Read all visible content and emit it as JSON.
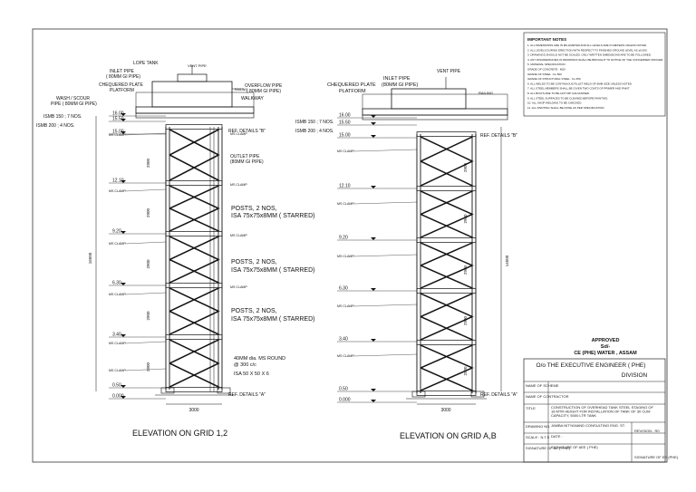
{
  "drawing": {
    "left_view": {
      "title": "ELEVATION ON GRID 1,2",
      "labels": {
        "lope_tank": "LOPE TANK",
        "vent_pipe": "VENT PIPE",
        "inlet_pipe": "INLET PIPE",
        "inlet_pipe_size": "( 80MM GI PIPE)",
        "chequered_plate": "CHEQUERED PLATE",
        "platform": "PLATFORM",
        "wash_scour": "WASH / SCOUR",
        "wash_scour_size": "PIPE ( 80MM GI PIPE)",
        "overflow_pipe": "OVERFLOW PIPE",
        "overflow_pipe_size": "( 80MM GI PIPE)",
        "railing": "RAILING",
        "walkway": "WALKWAY",
        "ismb150": "ISMB 150 ; 7 NOS.",
        "ismb200": "ISMB 200 ; 4 NOS.",
        "ref_b": "REF. DETAILS \"B\"",
        "ref_a": "REF. DETAILS \"A\"",
        "outlet_pipe": "OUTLET PIPE",
        "outlet_pipe_size": "(80MM GI PIPE)",
        "posts_line1": "POSTS, 2 NOS,",
        "posts_line2": "ISA 75x75x8MM  ( STARRED)",
        "round_line1": "40MM dia. MS ROUND",
        "round_line2": "@ 300 c/c",
        "isa_small": "ISA 50 X 50 X 6",
        "ms_clamp": "MS CLAMP",
        "overall_height": "16500",
        "base_width": "3000"
      },
      "levels": [
        "16.00",
        "15.50",
        "15.00",
        "12.10",
        "9.20",
        "6.30",
        "3.40",
        "0.50",
        "0.000"
      ],
      "panel_heights": [
        "2900",
        "2900",
        "2900",
        "2900",
        "2900"
      ]
    },
    "right_view": {
      "title": "ELEVATION ON GRID A,B",
      "labels": {
        "vent_pipe": "VENT PIPE",
        "inlet_pipe": "INLET PIPE",
        "inlet_pipe_size": "(80MM GI PIPE)",
        "chequered_plate": "CHEQUERED PLATE",
        "platform": "PLATFORM",
        "railing": "RAILING",
        "ismb150": "ISMB 150 ; 7 NOS.",
        "ismb200": "ISMB 200 ; 4 NOS.",
        "ref_b": "REF. DETAILS \"B\"",
        "ref_a": "REF. DETAILS \"A\"",
        "ms_clamp": "MS CLAMP",
        "overall_height": "14500",
        "base_width": "3000"
      },
      "levels": [
        "16.00",
        "15.50",
        "15.00",
        "12.10",
        "9.20",
        "6.30",
        "3.40",
        "0.50",
        "0.000"
      ],
      "panel_heights": [
        "2900",
        "2900",
        "2900",
        "2900",
        "2900"
      ]
    },
    "notes": {
      "heading": "IMPORTANT NOTES",
      "lines": [
        "1. ALL DIMENSIONS ARE IN MILLIMETER AND ALL LEVELS ARE IN METERS UNLESS NOTED.",
        "2. ALL LEVELS DURING ERECTION WITH RESPECT TO FINISHED GROUND LEVEL AS ±0.000.",
        "3. DRAWINGS SHOULD NOT BE SCALED. ONLY WRITTEN DIMENSIONS ARE TO BE FOLLOWED.",
        "4. ANY DISCREPANCIES IN DRAWINGS SHALL BE BROUGHT TO NOTICE OF THE CONCERNED OFFICER.",
        "5. MATERIAL SPECIFICATION",
        "   GRADE OF CONCRETE : M20",
        "   GRADE OF STEEL : Fe 500",
        "   GRADE OF STRUCTURAL STEEL : Fe 250",
        "6. ALL WELDS TO BE CONTINUOUS FILLET WELD OF 6MM SIZE UNLESS NOTED.",
        "7. ALL STEEL MEMBERS SHALL BE GIVEN TWO COATS OF PRIMER AND PAINT.",
        "8. ALL BOLTS ARE TO BE HOT DIP GALVANISED.",
        "9. ALL STEEL SURFACES TO BE CLEANED BEFORE PAINTING.",
        "10. ALL SHOP WELDING TO BE CHECKED.",
        "11. ALL PAINTING SHALL BE DONE AS PER SPECIFICATION."
      ]
    },
    "approval": {
      "line1": "APPROVED",
      "line2": "Sd/-",
      "line3": "CE (PHE) WATER , ASSAM"
    },
    "title_block": {
      "office_line1": "O/o THE EXECUTIVE ENGINEER  ( PHE)",
      "office_line2": "DIVISION",
      "rows": [
        {
          "label": "NAME OF SCHEME",
          "value": ""
        },
        {
          "label": "NAME OF CONTRACTOR",
          "value": ""
        },
        {
          "label": "TITLE",
          "value": "CONSTRUCTION OF OVERHEAD TANK STEEL STAGING OF 16 MTR HEIGHT FOR INSTALLATION OF TANK OF 30 CUM CAPACITY, 5000 LTR TANK"
        },
        {
          "label": "DRAWING NO.",
          "value": "JAMBA NITYANAND CONSULTING ENG. ST."
        },
        {
          "label": "SCALE : N.T.S",
          "value": "DATE :"
        },
        {
          "label": "SIGNATURE OF AE  ( PHE)",
          "value": "SIGNATURE OF AEE  ( PHE)"
        }
      ],
      "revision": "REVISION : R0",
      "sign_ee": "SIGNATURE OF EE  (PHE)"
    }
  }
}
